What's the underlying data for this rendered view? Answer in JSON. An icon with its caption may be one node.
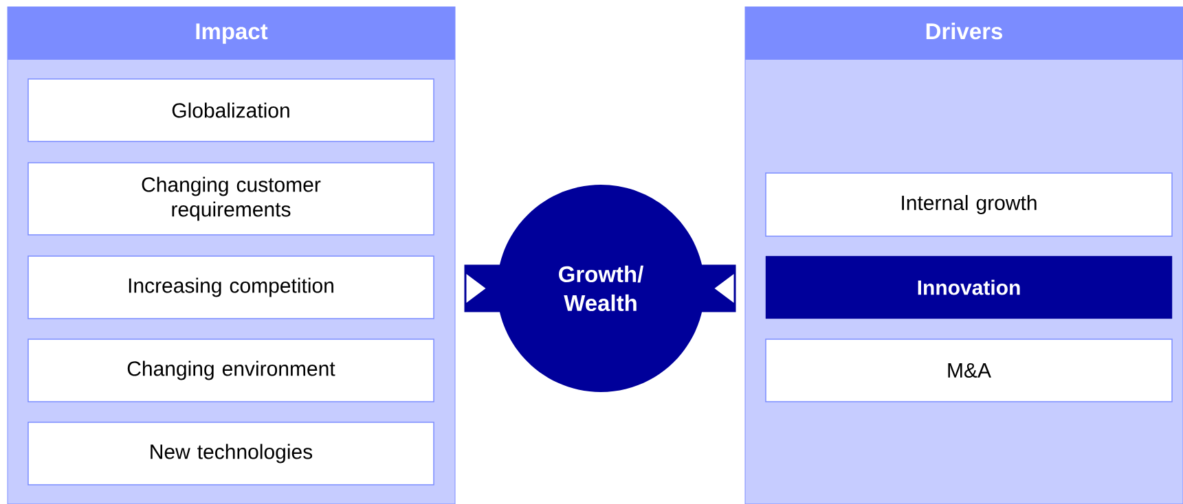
{
  "diagram": {
    "nodes": [
      {
        "text": [
          "Impact"
        ]
      },
      {
        "text": [
          "Globalization"
        ],
        "in": 0
      },
      {
        "text": [
          "Changing customer requirements"
        ],
        "in": 0
      },
      {
        "text": [
          "Increasing competition"
        ],
        "in": 0
      },
      {
        "text": [
          "Changing environment"
        ],
        "in": 0
      },
      {
        "text": [
          "New technologies"
        ],
        "in": 0
      },
      {
        "text": [
          "Growth/ Wealth"
        ]
      },
      {
        "text": [
          "Drivers"
        ]
      },
      {
        "text": [
          "Internal growth"
        ],
        "in": 7
      },
      {
        "text": [
          "Innovation"
        ],
        "in": 7
      },
      {
        "text": [
          "M&A"
        ],
        "in": 7
      }
    ],
    "edges": [
      {
        "from": 0,
        "to": 6,
        "arrow": "to"
      },
      {
        "from": 7,
        "to": 6,
        "arrow": "to"
      }
    ]
  }
}
